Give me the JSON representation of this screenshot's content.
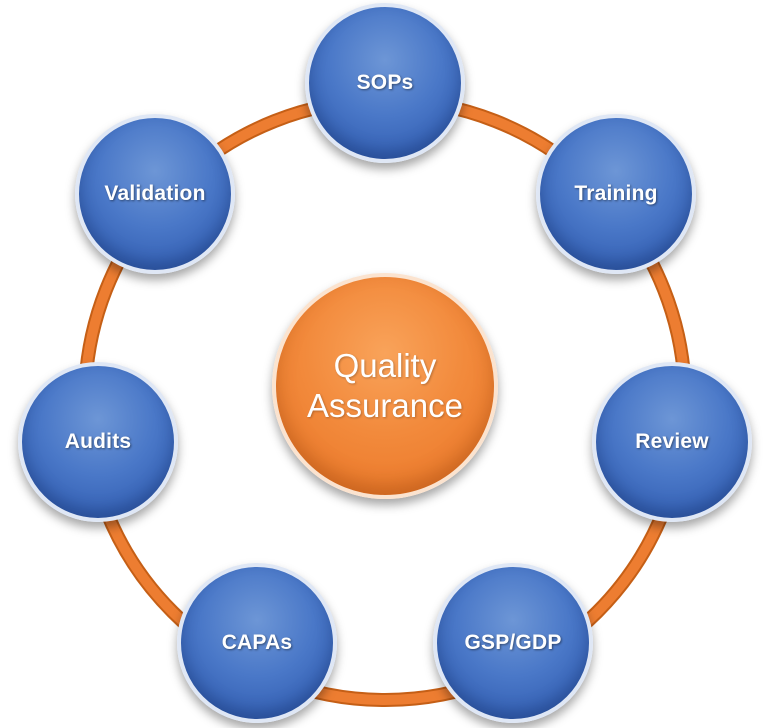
{
  "diagram": {
    "center": {
      "line1": "Quality",
      "line2": "Assurance"
    },
    "satellites": [
      {
        "id": "sops",
        "label": "SOPs"
      },
      {
        "id": "training",
        "label": "Training"
      },
      {
        "id": "review",
        "label": "Review"
      },
      {
        "id": "gsp-gdp",
        "label": "GSP/GDP"
      },
      {
        "id": "capas",
        "label": "CAPAs"
      },
      {
        "id": "audits",
        "label": "Audits"
      },
      {
        "id": "validation",
        "label": "Validation"
      }
    ],
    "colors": {
      "ring": "#ed7d31",
      "satellite": "#4472c4",
      "center": "#ed7d31",
      "text": "#ffffff"
    }
  }
}
